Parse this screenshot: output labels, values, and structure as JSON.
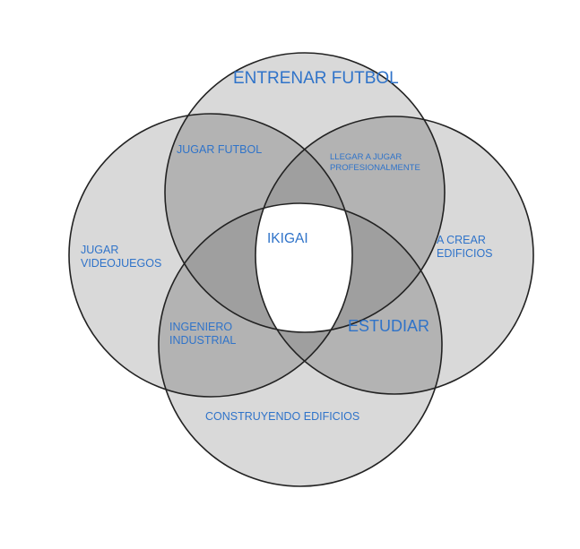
{
  "colors": {
    "background": "#ffffff",
    "circle_fill": "#d9d9d9",
    "overlap2_fill": "#b3b3b3",
    "overlap3_fill": "#9f9f9f",
    "center_fill": "#ffffff",
    "stroke": "#222222",
    "text": "#2f73c9"
  },
  "circles": {
    "top": "ENTRENAR FUTBOL",
    "left": [
      "JUGAR",
      "VIDEOJUEGOS"
    ],
    "right": [
      "A CREAR",
      "EDIFICIOS"
    ],
    "bottom": "CONSTRUYENDO EDIFICIOS"
  },
  "overlaps": {
    "top_left": "JUGAR FUTBOL",
    "top_right": [
      "LLEGAR A JUGAR",
      "PROFESIONALMENTE"
    ],
    "bottom_left": [
      "INGENIERO",
      "INDUSTRIAL"
    ],
    "bottom_right": "ESTUDIAR"
  },
  "center": "IKIGAI"
}
